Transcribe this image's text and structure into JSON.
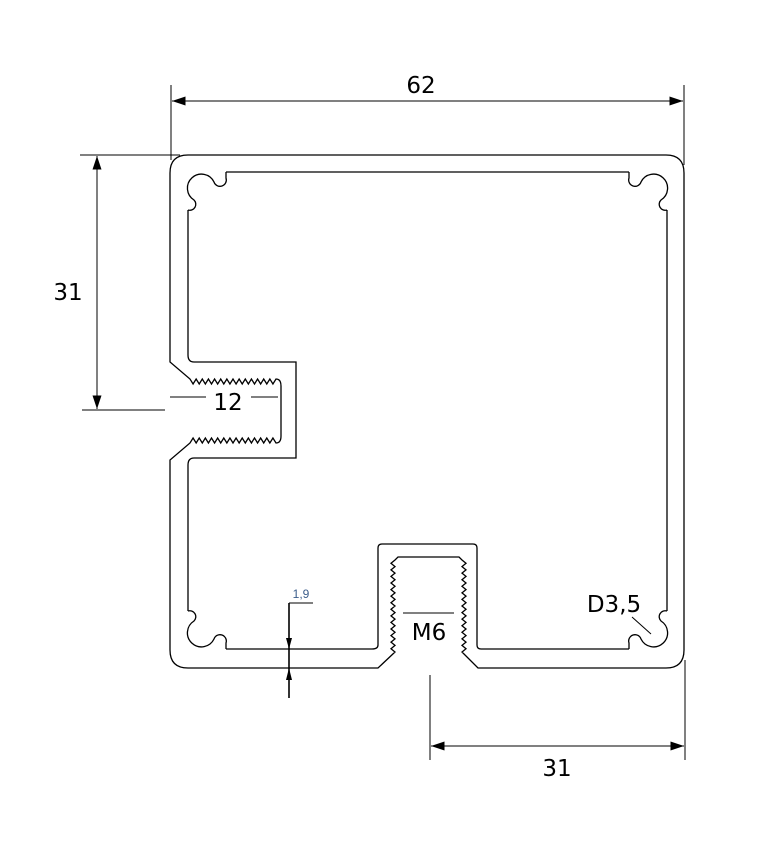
{
  "drawing": {
    "title": "Aluminium profile cross-section",
    "dimensions": {
      "width": "62",
      "half_height": "31",
      "slot_width": "12",
      "half_width_bottom": "31",
      "wall_thickness": "1,9",
      "thread": "M6",
      "hole_diameter": "D3,5"
    }
  }
}
